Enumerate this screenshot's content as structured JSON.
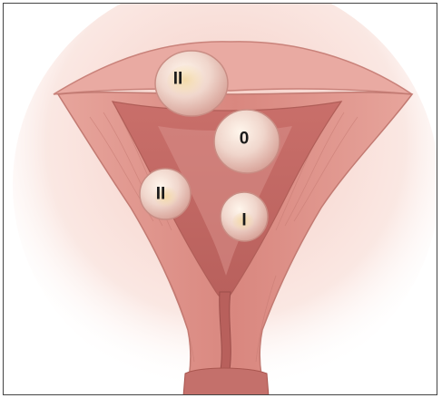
{
  "image": {
    "labels": {
      "top_fibroid": "II",
      "center_fibroid": "0",
      "left_fibroid": "II",
      "lower_fibroid": "I"
    },
    "colors": {
      "background": "#ffffff",
      "tissue_outer": "#e8a8a0",
      "tissue_wall": "#d98a82",
      "cavity": "#c8736e",
      "fibroid": "#f2ddd6",
      "frame": "#444444"
    }
  }
}
